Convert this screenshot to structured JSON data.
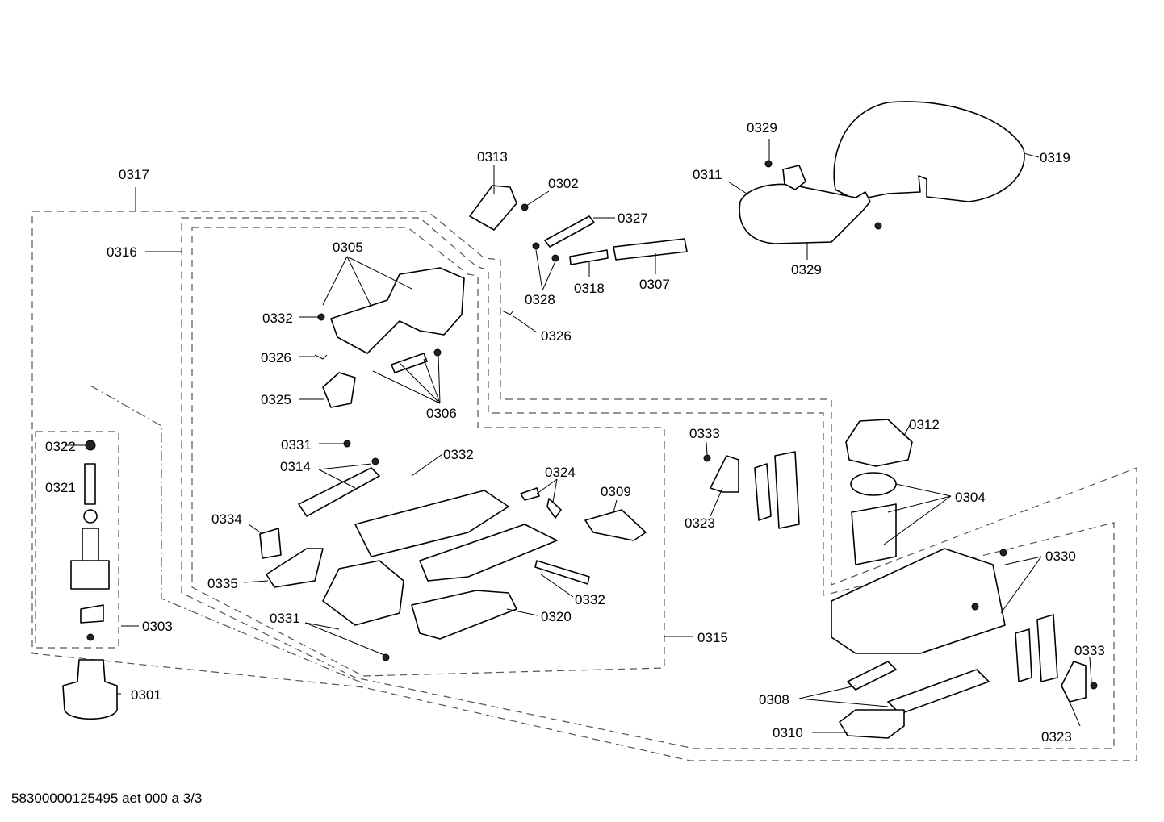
{
  "drawing_id": "58300000125495 aet 000 a 3/3",
  "callouts": {
    "c0301": "0301",
    "c0302": "0302",
    "c0303": "0303",
    "c0304": "0304",
    "c0305": "0305",
    "c0306": "0306",
    "c0307": "0307",
    "c0308": "0308",
    "c0309": "0309",
    "c0310": "0310",
    "c0311": "0311",
    "c0312": "0312",
    "c0313": "0313",
    "c0314": "0314",
    "c0315": "0315",
    "c0316": "0316",
    "c0317": "0317",
    "c0318": "0318",
    "c0319": "0319",
    "c0320": "0320",
    "c0321": "0321",
    "c0322": "0322",
    "c0323a": "0323",
    "c0323b": "0323",
    "c0324": "0324",
    "c0325": "0325",
    "c0326a": "0326",
    "c0326b": "0326",
    "c0327": "0327",
    "c0328": "0328",
    "c0329a": "0329",
    "c0329b": "0329",
    "c0330": "0330",
    "c0331a": "0331",
    "c0331b": "0331",
    "c0332a": "0332",
    "c0332b": "0332",
    "c0332c": "0332",
    "c0333a": "0333",
    "c0333b": "0333",
    "c0334": "0334",
    "c0335": "0335"
  }
}
